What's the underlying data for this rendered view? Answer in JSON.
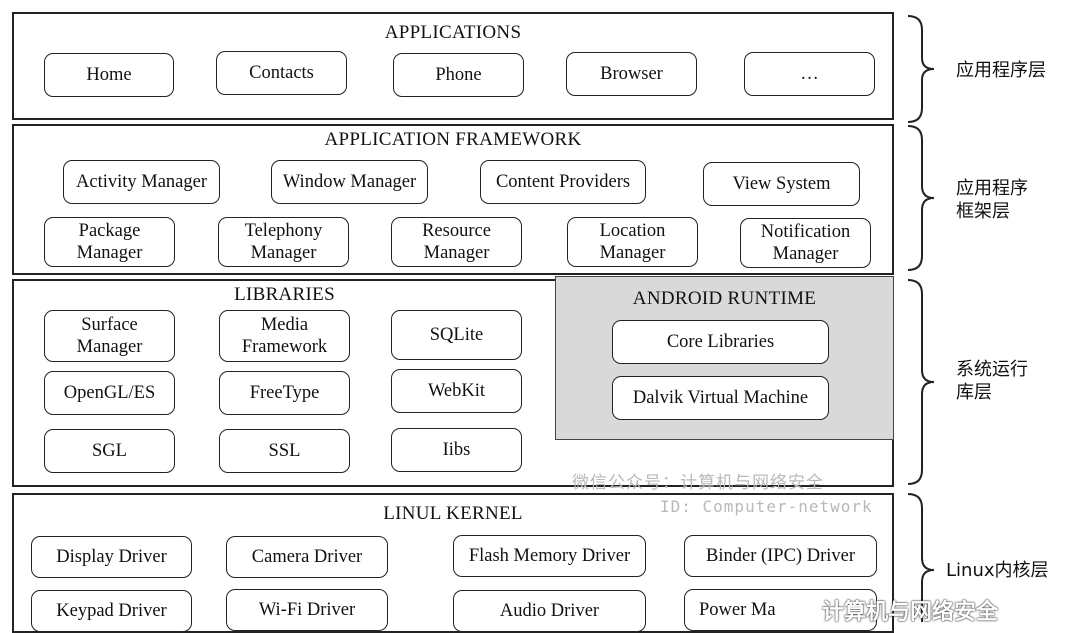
{
  "applications": {
    "title": "APPLICATIONS",
    "items": [
      "Home",
      "Contacts",
      "Phone",
      "Browser",
      "…"
    ]
  },
  "framework": {
    "title": "APPLICATION FRAMEWORK",
    "row1": [
      "Activity Manager",
      "Window Manager",
      "Content Providers",
      "View System"
    ],
    "row2": [
      "Package\nManager",
      "Telephony\nManager",
      "Resource\nManager",
      "Location\nManager",
      "Notification\nManager"
    ]
  },
  "libraries": {
    "title": "LIBRARIES",
    "col1": [
      "Surface\nManager",
      "OpenGL/ES",
      "SGL"
    ],
    "col2": [
      "Media\nFramework",
      "FreeType",
      "SSL"
    ],
    "col3": [
      "SQLite",
      "WebKit",
      "Iibs"
    ]
  },
  "runtime": {
    "title": "ANDROID RUNTIME",
    "items": [
      "Core Libraries",
      "Dalvik Virtual Machine"
    ]
  },
  "kernel": {
    "title": "LINUL KERNEL",
    "row1": [
      "Display Driver",
      "Camera Driver",
      "Flash Memory Driver",
      "Binder (IPC) Driver"
    ],
    "row2": [
      "Keypad Driver",
      "Wi-Fi Driver",
      "Audio Driver",
      "Power Ma"
    ]
  },
  "side_labels": {
    "applications": "应用程序层",
    "framework": "应用程序\n框架层",
    "libraries": "系统运行\n库层",
    "kernel": "Linux内核层"
  },
  "watermark": {
    "line1": "微信公众号：计算机与网络安全",
    "line2": "ID: Computer-network",
    "bottom": "计算机与网络安全"
  }
}
